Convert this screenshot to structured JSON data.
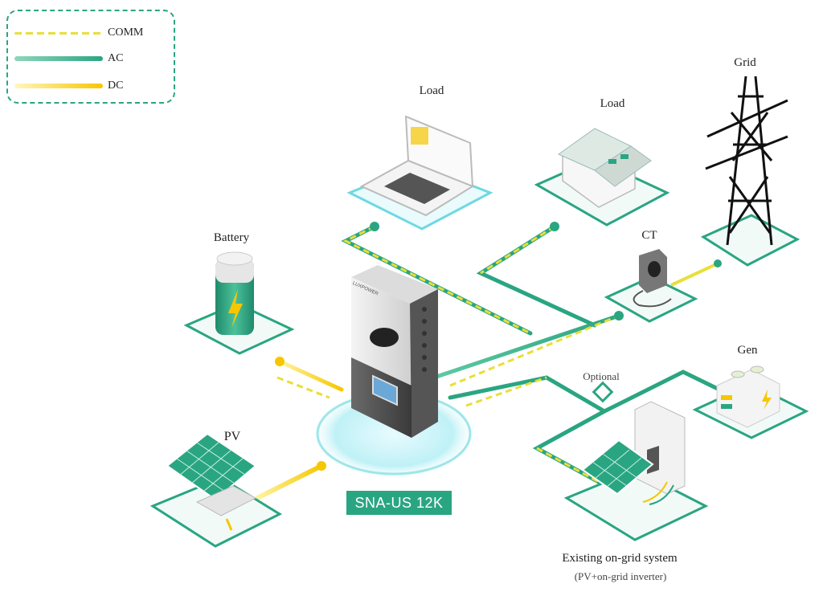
{
  "legend": {
    "comm_label": "COMM",
    "ac_label": "AC",
    "dc_label": "DC"
  },
  "nodes": {
    "load_laptop": "Load",
    "load_house": "Load",
    "grid": "Grid",
    "ct": "CT",
    "battery": "Battery",
    "gen": "Gen",
    "optional": "Optional",
    "pv": "PV",
    "existing_system": "Existing on-grid system",
    "existing_system_sub": "(PV+on-grid inverter)"
  },
  "inverter": {
    "model": "SNA-US 12K",
    "brand": "LUXPOWER"
  },
  "colors": {
    "ac": "#2aa582",
    "dc": "#f6c700",
    "comm": "#e8df3a",
    "platform": "#eef8f4",
    "platform_edge": "#2aa582"
  }
}
